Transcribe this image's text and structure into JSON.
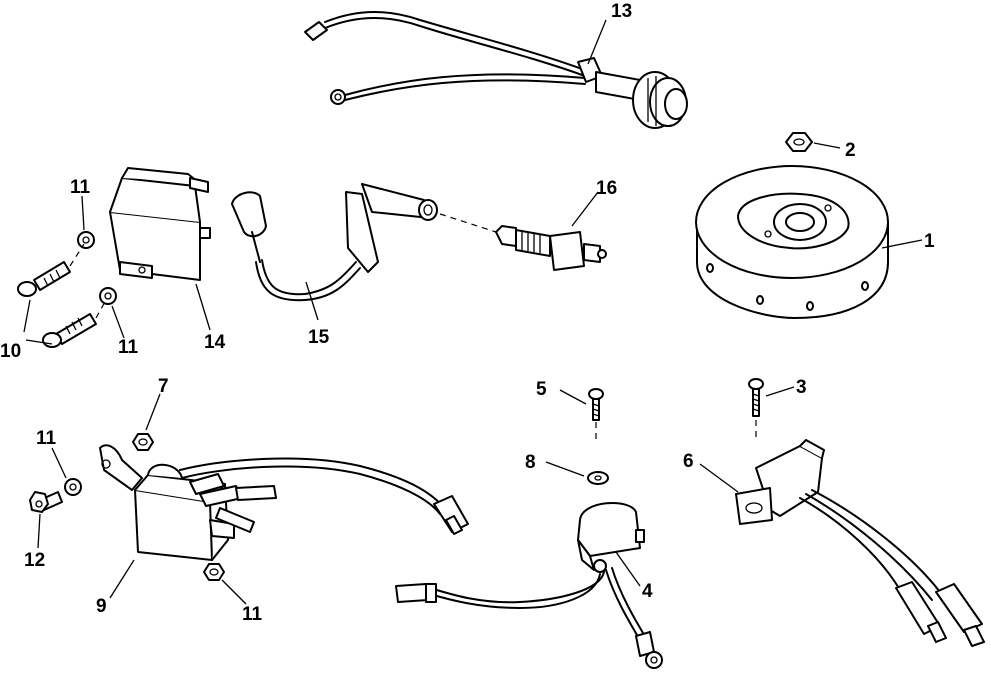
{
  "callouts": {
    "c1": "1",
    "c2": "2",
    "c3": "3",
    "c4": "4",
    "c5": "5",
    "c6": "6",
    "c7": "7",
    "c8": "8",
    "c9": "9",
    "c10": "10",
    "c11a": "11",
    "c11b": "11",
    "c11c": "11",
    "c11d": "11",
    "c12": "12",
    "c13": "13",
    "c14": "14",
    "c15": "15",
    "c16": "16"
  }
}
